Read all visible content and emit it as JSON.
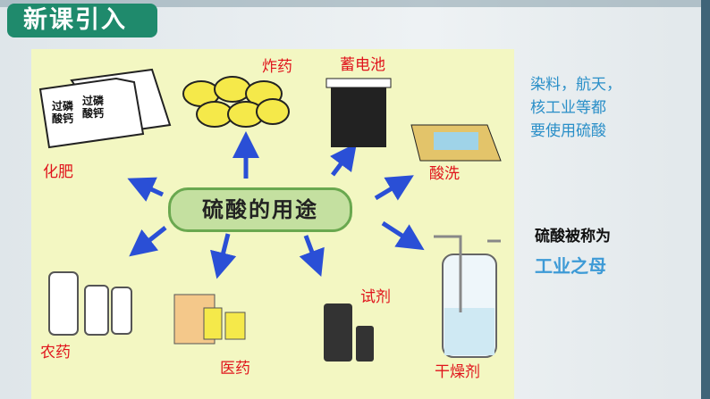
{
  "title": "新课引入",
  "diagram": {
    "center": "硫酸的用途",
    "labels": {
      "explosive": "炸药",
      "battery": "蓄电池",
      "fertilizer": "化肥",
      "pickling": "酸洗",
      "pesticide": "农药",
      "medicine": "医药",
      "reagent": "试剂",
      "desiccant": "干燥剂"
    },
    "bag_text": "过磷酸钙",
    "colors": {
      "label": "#e0141c",
      "arrow": "#2a4fd6",
      "panel": "#f3f7c2"
    }
  },
  "notes": {
    "line1": "染料，航天，",
    "line2": "核工业等都",
    "line3": "要使用硫酸"
  },
  "conclusion": {
    "line1": "硫酸被称为",
    "line2": "工业之母"
  }
}
